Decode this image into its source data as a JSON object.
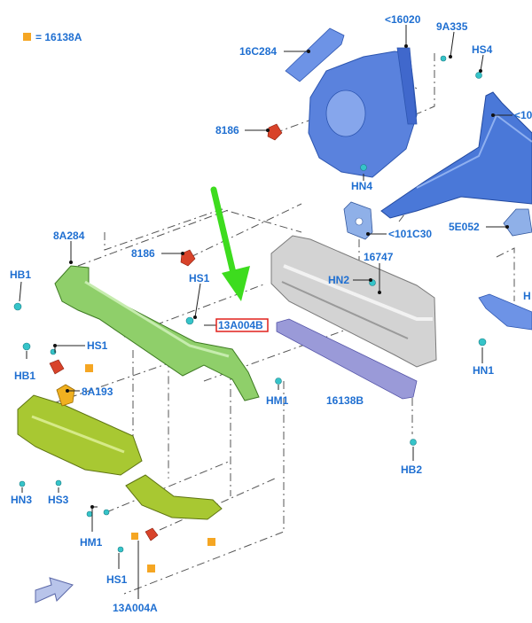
{
  "legend": {
    "text": "= 16138A",
    "color": "#f5a623"
  },
  "highlight": {
    "text": "13A004B",
    "color": "#e0201c"
  },
  "colors": {
    "label": "#1f6fd1",
    "fastener": "#36c4c9",
    "blue_part": "#4a78d8",
    "green_part": "#8fcf6a",
    "yellow_part": "#a8c832",
    "grey_part": "#c9c9c9",
    "purple_part": "#9a9ad8",
    "red_part": "#d8432a",
    "arrow": "#3ddc1e"
  },
  "labels": {
    "l16020": "<16020",
    "l9a335": "9A335",
    "l16c284": "16C284",
    "lhs4": "HS4",
    "l10": "<10",
    "l8186a": "8186",
    "lhn4": "HN4",
    "l101c30": "<101C30",
    "l5e052": "5E052",
    "l8a284": "8A284",
    "l8186b": "8186",
    "l16747": "16747",
    "lhb1a": "HB1",
    "lhs1a": "HS1",
    "lhn2": "HN2",
    "lhs1b": "HS1",
    "lhb1b": "HB1",
    "l8a193": "8A193",
    "lhm1a": "HM1",
    "l16138b": "16138B",
    "lhn1": "HN1",
    "lhn3": "HN3",
    "lhs3": "HS3",
    "lhb2": "HB2",
    "lhm1b": "HM1",
    "lhs1c": "HS1",
    "l13a004a": "13A004A",
    "lh": "H"
  }
}
